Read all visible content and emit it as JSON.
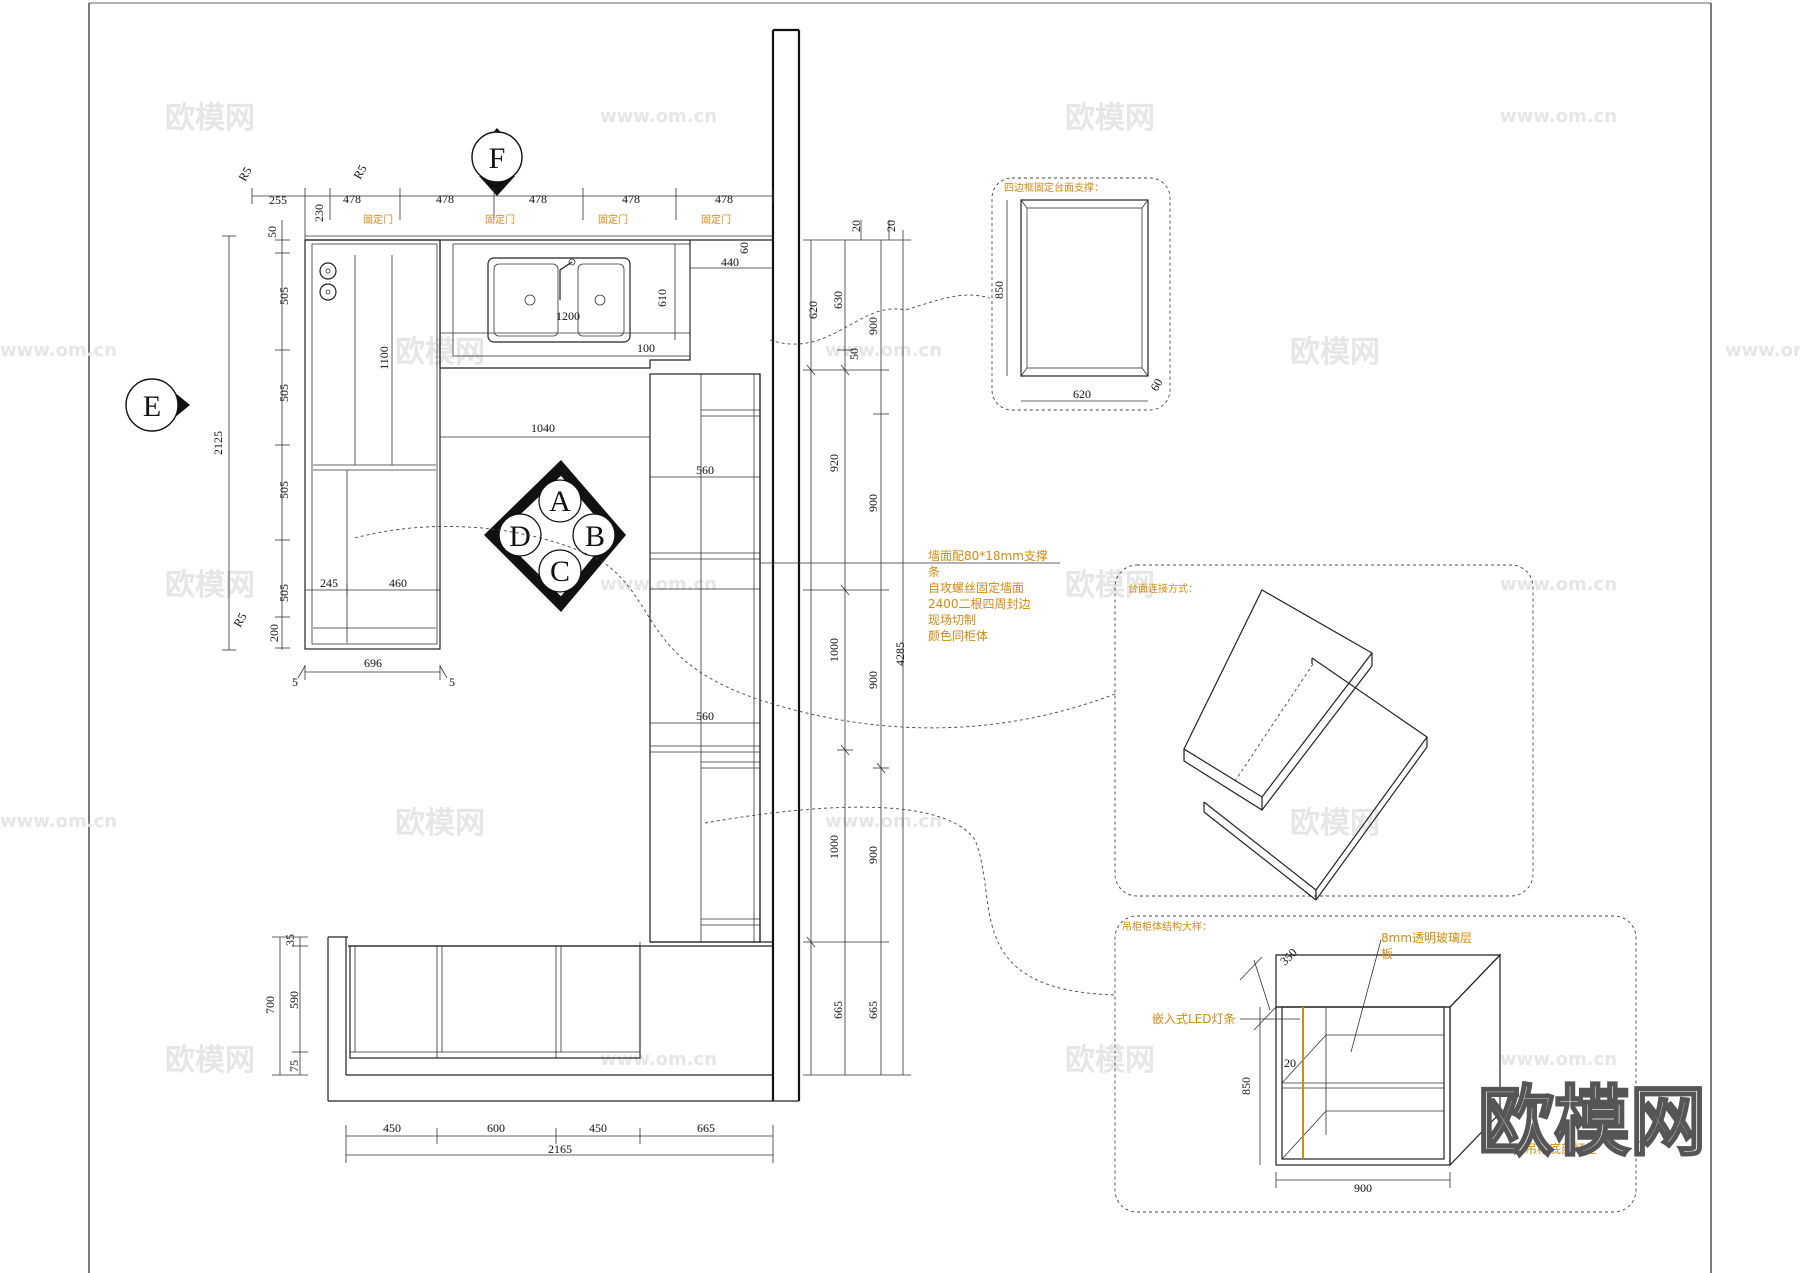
{
  "watermark": {
    "brand": "欧模网",
    "url": "www.om.cn"
  },
  "markers": {
    "top": "F",
    "left": "E",
    "a": "A",
    "b": "B",
    "c": "C",
    "d": "D"
  },
  "top_dims": {
    "r5_left": "R5",
    "r5_right": "R5",
    "d255": "255",
    "d230": "230",
    "d478": "478"
  },
  "fixed_door": "固定门",
  "left_dims": {
    "d50": "50",
    "d505": "505",
    "d2125": "2125",
    "d200": "200",
    "r5": "R5"
  },
  "inner_dims": {
    "d1100": "1100",
    "d1200": "1200",
    "d610": "610",
    "d100": "100",
    "d440": "440",
    "d60": "60",
    "d1040": "1040",
    "d560": "560",
    "d245": "245",
    "d460": "460",
    "d696": "696",
    "d5": "5"
  },
  "right_dims": {
    "d20": "20",
    "d620": "620",
    "d630": "630",
    "d50": "50",
    "d900": "900",
    "d920": "920",
    "d1000": "1000",
    "d4285": "4285",
    "d665": "665"
  },
  "bottom_dims": {
    "d35": "35",
    "d700": "700",
    "d590": "590",
    "d75": "75",
    "d450": "450",
    "d600": "600",
    "d665": "665",
    "d2165": "2165"
  },
  "wall_note": {
    "line1": "墙面配80*18mm支撑",
    "line2": "条",
    "line3": "自攻螺丝固定墙面",
    "line4": "2400二根四周封边",
    "line5": "现场切制",
    "line6": "颜色同柜体"
  },
  "detail1": {
    "title": "四边框固定台面支撑：",
    "d850": "850",
    "d620": "620",
    "d60": "60"
  },
  "detail2": {
    "title": "台面连接方式："
  },
  "detail3": {
    "title": "吊柜柜体结构大样：",
    "glass": "8mm透明玻璃层",
    "glass2": "板",
    "led": "嵌入式LED灯条",
    "bottom_light": "吊柜底部灯柜",
    "d350": "350",
    "d20": "20",
    "d850": "850",
    "d900": "900"
  }
}
